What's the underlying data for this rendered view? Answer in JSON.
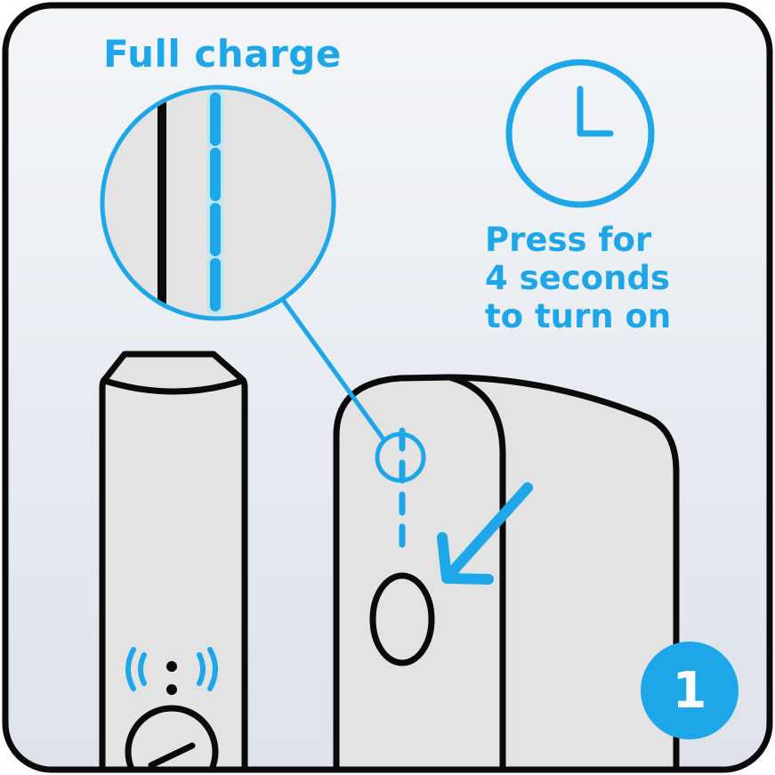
{
  "full_charge_label": "Full charge",
  "instruction": {
    "line1": "Press for",
    "line2_number": "4",
    "line2_rest": " seconds",
    "line3": "to turn on"
  },
  "step_number": "1",
  "colors": {
    "accent": "#1ea7e8",
    "outline": "#0a0a0a",
    "device_fill": "#e3e3e3",
    "background_top": "#f2f4f7",
    "background_bottom": "#dfe3ec"
  },
  "icons": [
    "clock-icon",
    "arrow-icon",
    "vibration-icon",
    "magnifier-icon"
  ]
}
